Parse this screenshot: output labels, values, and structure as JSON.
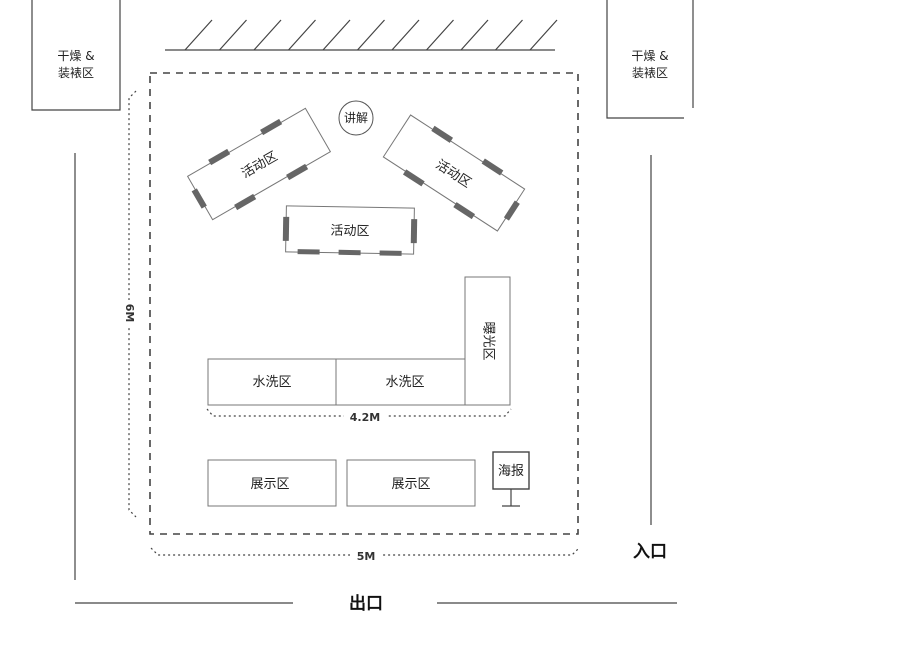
{
  "zones": {
    "drying_left": {
      "line1": "干燥 &",
      "line2": "装裱区"
    },
    "drying_right": {
      "line1": "干燥 &",
      "line2": "装裱区"
    },
    "talk": "讲解",
    "activity_left": "活动区",
    "activity_center": "活动区",
    "activity_right": "活动区",
    "exposure": "曝光区",
    "wash_1": "水洗区",
    "wash_2": "水洗区",
    "display_1": "展示区",
    "display_2": "展示区",
    "poster": "海报"
  },
  "dimensions": {
    "height": "6M",
    "width_inner": "4.2M",
    "width_total": "5M"
  },
  "labels": {
    "entrance": "入口",
    "exit": "出口"
  },
  "colors": {
    "line": "#444444",
    "seat": "#666666"
  }
}
